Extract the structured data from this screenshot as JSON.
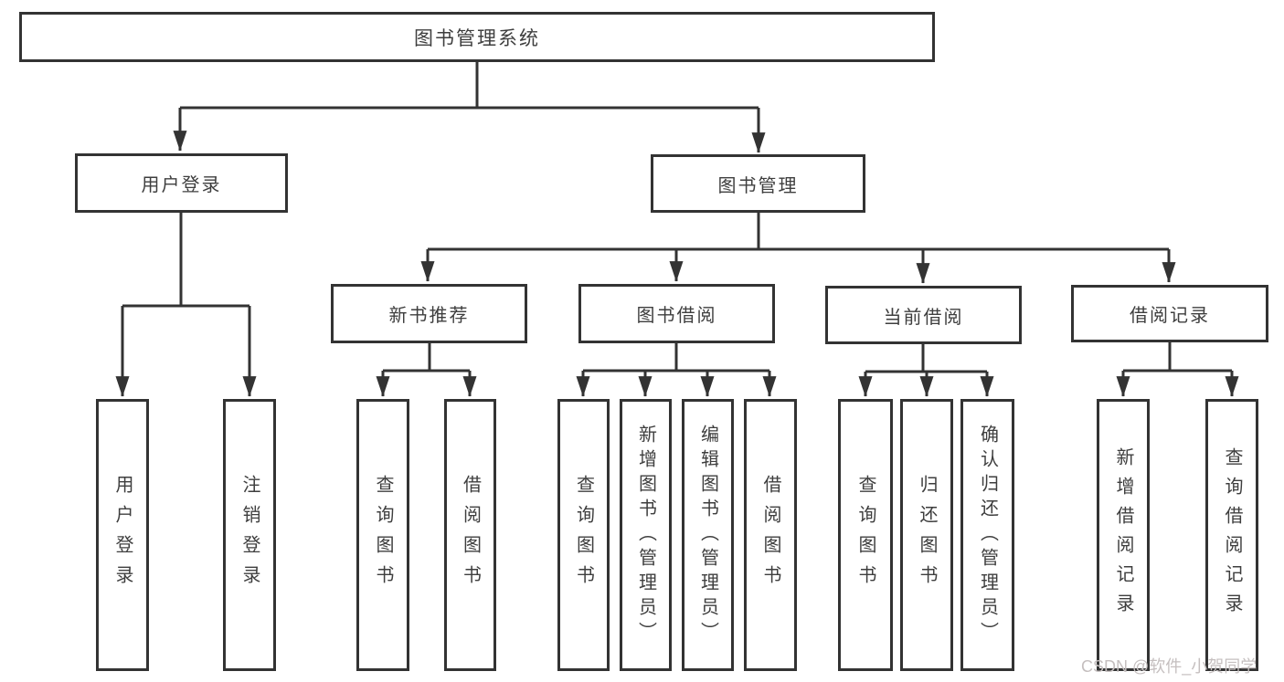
{
  "diagram_title": "图书管理系统",
  "nodes": {
    "root": "图书管理系统",
    "l2_user_login": "用户登录",
    "l2_book_mgmt": "图书管理",
    "l3_new_book_rec": "新书推荐",
    "l3_book_borrow": "图书借阅",
    "l3_current_borrow": "当前借阅",
    "l3_borrow_records": "借阅记录",
    "leaf_user_login": "用户登录",
    "leaf_logout": "注销登录",
    "leaf_rec_query_book": "查询图书",
    "leaf_rec_borrow_book": "借阅图书",
    "leaf_bor_query_book": "查询图书",
    "leaf_bor_add_book": "新增图书（管理员）",
    "leaf_bor_edit_book": "编辑图书（管理员）",
    "leaf_bor_borrow_book": "借阅图书",
    "leaf_cur_query_book": "查询图书",
    "leaf_cur_return_book": "归还图书",
    "leaf_cur_confirm_return": "确认归还（管理员）",
    "leaf_rcd_add_record": "新增借阅记录",
    "leaf_rcd_query_record": "查询借阅记录"
  },
  "watermark": {
    "text": "CSDN @软件_小贺同学"
  },
  "colors": {
    "line": "#333333",
    "text": "#3e3e3e",
    "background": "#ffffff",
    "watermark": "#c5bfbf"
  },
  "hierarchy": {
    "图书管理系统": {
      "用户登录": [
        "用户登录",
        "注销登录"
      ],
      "图书管理": {
        "新书推荐": [
          "查询图书",
          "借阅图书"
        ],
        "图书借阅": [
          "查询图书",
          "新增图书（管理员）",
          "编辑图书（管理员）",
          "借阅图书"
        ],
        "当前借阅": [
          "查询图书",
          "归还图书",
          "确认归还（管理员）"
        ],
        "借阅记录": [
          "新增借阅记录",
          "查询借阅记录"
        ]
      }
    }
  }
}
